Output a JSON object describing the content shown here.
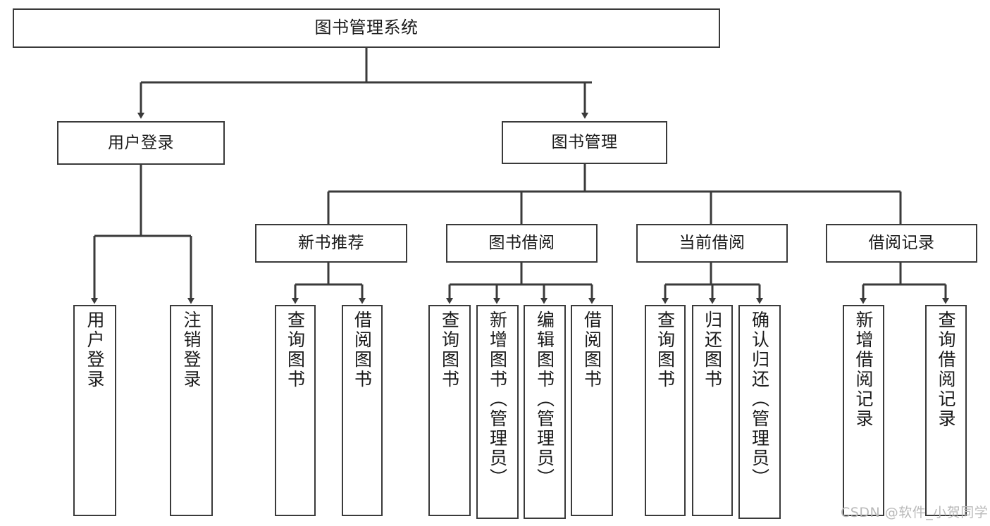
{
  "diagram": {
    "title": "图书管理系统",
    "type": "tree",
    "stroke_color": "#3a3a3a",
    "fill_color": "#ffffff",
    "text_color": "#1a1a1a",
    "watermark": "CSDN @软件_小贺同学",
    "nodes": {
      "root": {
        "label": "图书管理系统"
      },
      "level1": [
        {
          "label": "用户登录"
        },
        {
          "label": "图书管理"
        }
      ],
      "level2": [
        {
          "label": "新书推荐"
        },
        {
          "label": "图书借阅"
        },
        {
          "label": "当前借阅"
        },
        {
          "label": "借阅记录"
        }
      ],
      "leaves_user_login": [
        {
          "label": "用户登录"
        },
        {
          "label": "注销登录"
        }
      ],
      "leaves_new_book": [
        {
          "label": "查询图书"
        },
        {
          "label": "借阅图书"
        }
      ],
      "leaves_borrow_book": [
        {
          "label": "查询图书"
        },
        {
          "label": "新增图书（管理员）"
        },
        {
          "label": "编辑图书（管理员）"
        },
        {
          "label": "借阅图书"
        }
      ],
      "leaves_current_borrow": [
        {
          "label": "查询图书"
        },
        {
          "label": "归还图书"
        },
        {
          "label": "确认归还（管理员）"
        }
      ],
      "leaves_borrow_record": [
        {
          "label": "新增借阅记录"
        },
        {
          "label": "查询借阅记录"
        }
      ]
    }
  }
}
